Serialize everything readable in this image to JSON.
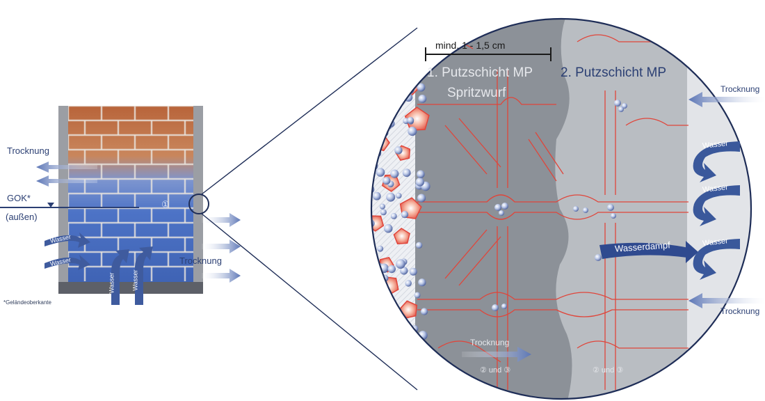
{
  "left_panel": {
    "trocknung_top": "Trocknung",
    "gok": "GOK*",
    "aussen": "(außen)",
    "trocknung_right": "Trocknung",
    "marker_1": "①",
    "footnote": "*Geländeoberkante",
    "wasser": [
      "Wasser",
      "Wasser",
      "Wasser",
      "Wasser"
    ]
  },
  "detail": {
    "thickness": "mind. 1 - 1,5 cm",
    "layer1_line1": "1.  Putzschicht MP",
    "layer1_line2": "Spritzwurf",
    "layer2": "2. Putzschicht MP",
    "wasserdampf": "Wasserdampf",
    "trocknung_bottom": "Trocknung",
    "und_left": "② und ③",
    "und_right": "② und ③",
    "wasser_right": [
      "Wasser",
      "Wasser",
      "Wasser"
    ]
  },
  "right_side": {
    "trocknung_top": "Trocknung",
    "trocknung_bottom": "Trocknung"
  },
  "colors": {
    "dark_blue": "#2b3f73",
    "wall_blue": "#4d73c6",
    "brick": "#b8643a",
    "pore_red": "#e0453a",
    "plaster_dark": "#8c9198",
    "plaster_light": "#b9bdc2"
  }
}
